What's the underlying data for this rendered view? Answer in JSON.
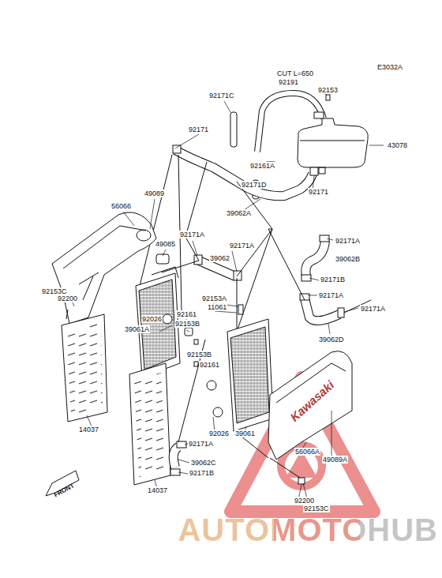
{
  "diagram": {
    "labels": [
      "E3032A",
      "CUT L=650",
      "92191",
      "92171C",
      "92153",
      "92171",
      "43078",
      "92161A",
      "92171D",
      "92171",
      "39062A",
      "49089",
      "56066",
      "92171A",
      "92171A",
      "92171A",
      "49085",
      "39062",
      "39062B",
      "92171B",
      "92153C",
      "92200",
      "92153A",
      "92171A",
      "92171A",
      "11061",
      "92026",
      "92161",
      "92153B",
      "39061A",
      "39062D",
      "92153B",
      "92161",
      "Kawasaki",
      "14037",
      "92026",
      "39061",
      "92171A",
      "56066A",
      "49089A",
      "39062C",
      "92171B",
      "FRONT",
      "14037",
      "92200",
      "92153C",
      "AUTOMOTOHUB"
    ]
  }
}
